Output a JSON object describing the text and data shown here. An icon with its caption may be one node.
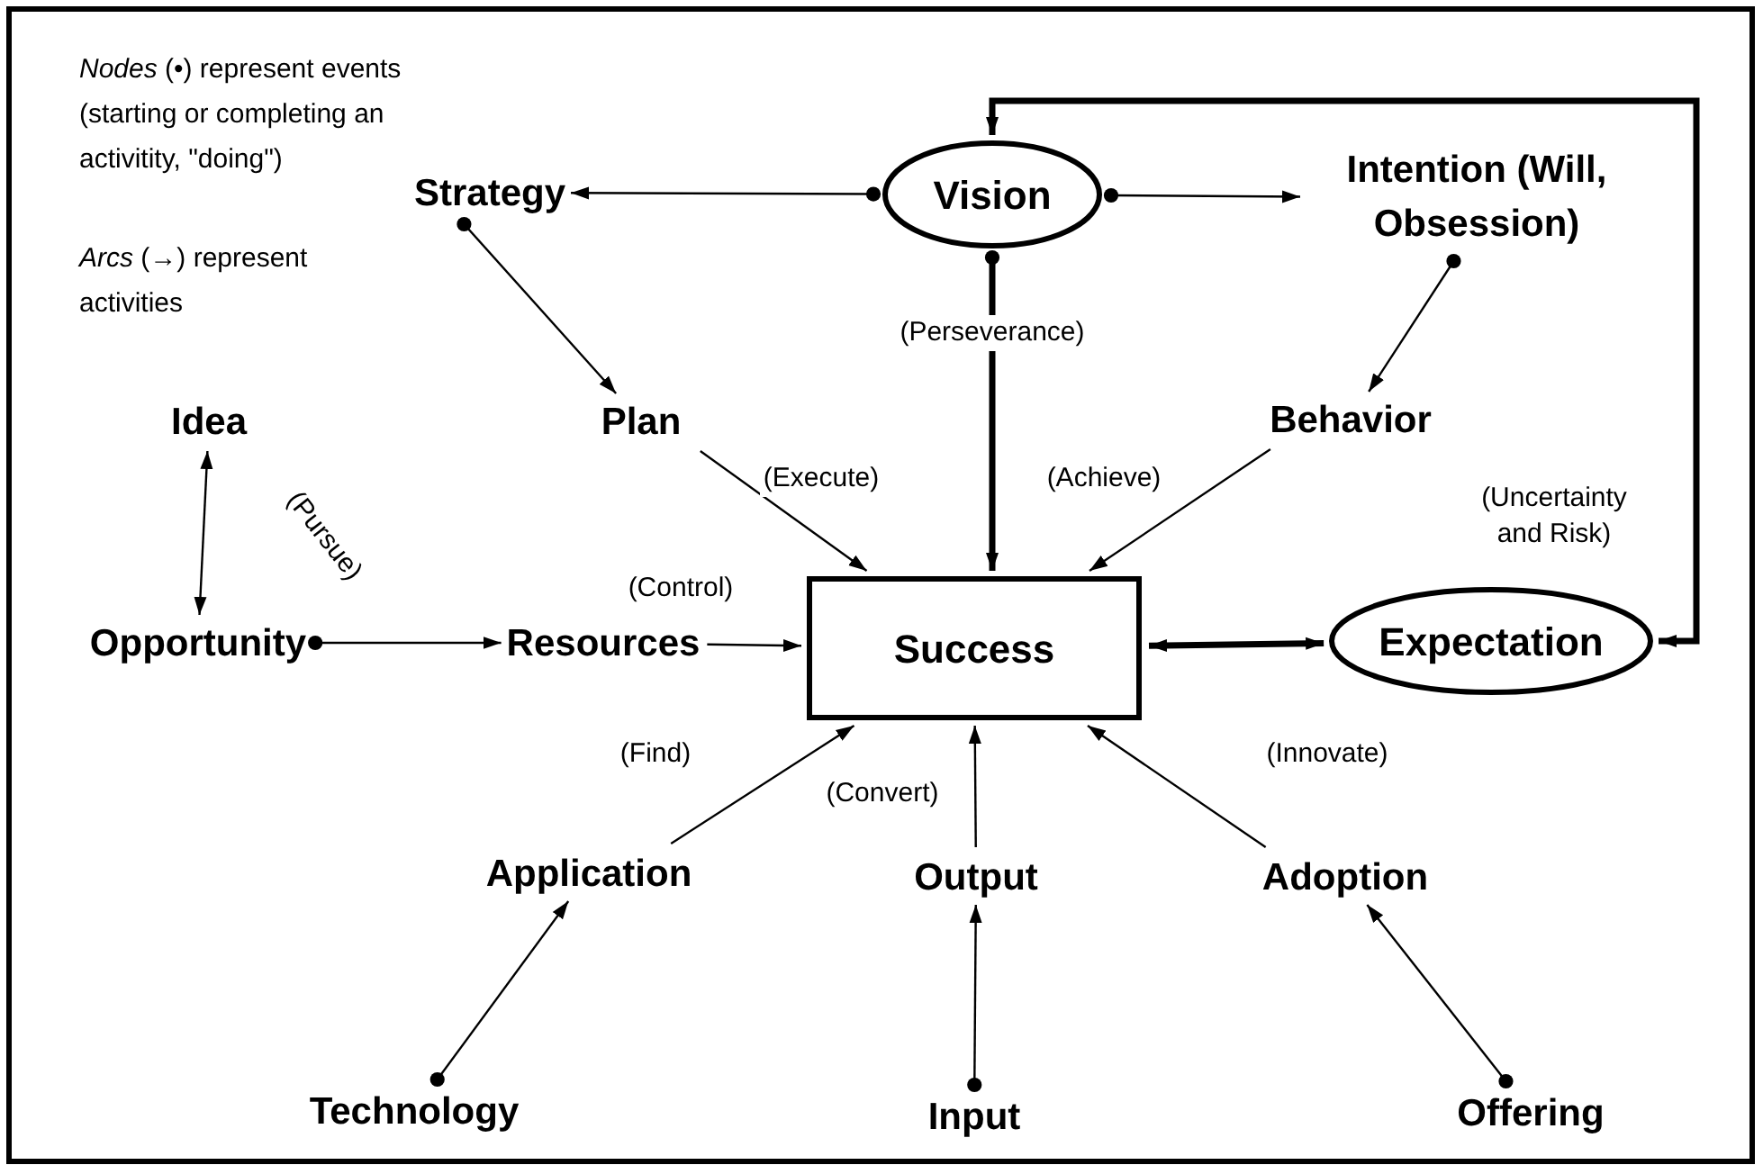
{
  "diagram": {
    "nodes": [
      {
        "text": [
          "Strategy"
        ]
      },
      {
        "text": [
          "Vision"
        ]
      },
      {
        "text": [
          "Intention (Will, Obsession)"
        ]
      },
      {
        "text": [
          "Idea"
        ]
      },
      {
        "text": [
          "Plan"
        ]
      },
      {
        "text": [
          "Behavior"
        ]
      },
      {
        "text": [
          "Opportunity"
        ]
      },
      {
        "text": [
          "Resources"
        ]
      },
      {
        "text": [
          "Success"
        ]
      },
      {
        "text": [
          "Expectation"
        ]
      },
      {
        "text": [
          "Application"
        ]
      },
      {
        "text": [
          "Output"
        ]
      },
      {
        "text": [
          "Adoption"
        ]
      },
      {
        "text": [
          "Technology"
        ]
      },
      {
        "text": [
          "Input"
        ]
      },
      {
        "text": [
          "Offering"
        ]
      }
    ],
    "edges": [
      {
        "from": 1,
        "to": 0,
        "arrow": "to"
      },
      {
        "from": 1,
        "to": 2,
        "arrow": "to"
      },
      {
        "from": 0,
        "to": 4,
        "arrow": "to"
      },
      {
        "from": 2,
        "to": 5,
        "arrow": "to"
      },
      {
        "from": 1,
        "to": 8,
        "arrow": "to",
        "label": "(Perseverance)",
        "style": "thick"
      },
      {
        "from": 4,
        "to": 8,
        "arrow": "to",
        "label": "(Execute)"
      },
      {
        "from": 5,
        "to": 8,
        "arrow": "to",
        "label": "(Achieve)"
      },
      {
        "from": 3,
        "to": 6,
        "arrow": "both"
      },
      {
        "from": 6,
        "to": 7,
        "arrow": "to"
      },
      {
        "from": 7,
        "to": 8,
        "arrow": "to",
        "label": "(Control)"
      },
      {
        "from": 8,
        "to": 9,
        "arrow": "both",
        "style": "thick"
      },
      {
        "from": 9,
        "to": 1,
        "arrow": "both",
        "label": "(Uncertainty and Risk)",
        "style": "thick"
      },
      {
        "from": 10,
        "to": 8,
        "arrow": "to",
        "label": "(Find)"
      },
      {
        "from": 11,
        "to": 8,
        "arrow": "to",
        "label": "(Convert)"
      },
      {
        "from": 12,
        "to": 8,
        "arrow": "to",
        "label": "(Innovate)"
      },
      {
        "from": 13,
        "to": 10,
        "arrow": "to"
      },
      {
        "from": 14,
        "to": 11,
        "arrow": "to"
      },
      {
        "from": 15,
        "to": 12,
        "arrow": "to"
      }
    ],
    "labels": [
      "*Nodes* (•) represent events (starting or completing an activitity, \"doing\")",
      "*Arcs* (→) represent activities",
      "(Pursue)"
    ]
  }
}
